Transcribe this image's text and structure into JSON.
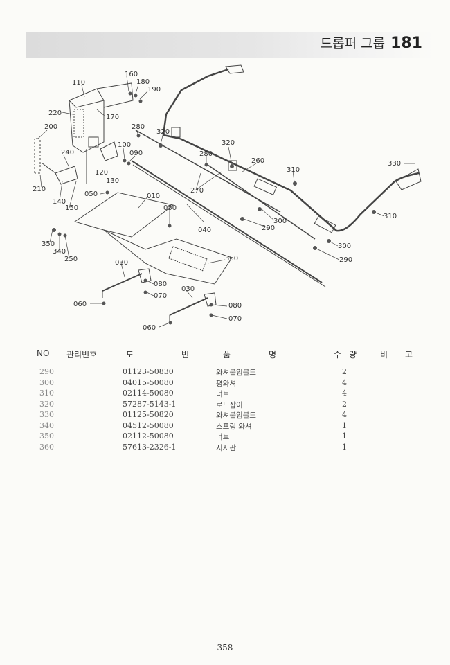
{
  "header": {
    "title": "드롭퍼 그룹",
    "group_number": "181"
  },
  "diagram": {
    "callouts": [
      "160",
      "180",
      "190",
      "110",
      "170",
      "220",
      "200",
      "280",
      "320",
      "320",
      "100",
      "090",
      "240",
      "120",
      "130",
      "280",
      "260",
      "310",
      "330",
      "210",
      "140",
      "150",
      "050",
      "010",
      "050",
      "270",
      "310",
      "300",
      "290",
      "040",
      "350",
      "340",
      "250",
      "300",
      "290",
      "360",
      "030",
      "080",
      "070",
      "030",
      "060",
      "080",
      "070",
      "060"
    ]
  },
  "table": {
    "headers": {
      "no": "NO",
      "mgmt": "관리번호",
      "d1": "도",
      "d2": "번",
      "p1": "품",
      "p2": "명",
      "q1": "수",
      "q2": "량",
      "r1": "비",
      "r2": "고"
    },
    "rows": [
      {
        "no": "290",
        "drawing_no": "01123-50830",
        "name": "와셔붙임볼트",
        "qty": "2"
      },
      {
        "no": "300",
        "drawing_no": "04015-50080",
        "name": "평와셔",
        "qty": "4"
      },
      {
        "no": "310",
        "drawing_no": "02114-50080",
        "name": "너트",
        "qty": "4"
      },
      {
        "no": "320",
        "drawing_no": "57287-5143-1",
        "name": "로드잡이",
        "qty": "2"
      },
      {
        "no": "330",
        "drawing_no": "01125-50820",
        "name": "와셔붙임볼트",
        "qty": "4"
      },
      {
        "no": "340",
        "drawing_no": "04512-50080",
        "name": "스프링 와셔",
        "qty": "1"
      },
      {
        "no": "350",
        "drawing_no": "02112-50080",
        "name": "너트",
        "qty": "1"
      },
      {
        "no": "360",
        "drawing_no": "57613-2326-1",
        "name": "지지판",
        "qty": "1"
      }
    ]
  },
  "footer": {
    "page": "- 358 -"
  }
}
